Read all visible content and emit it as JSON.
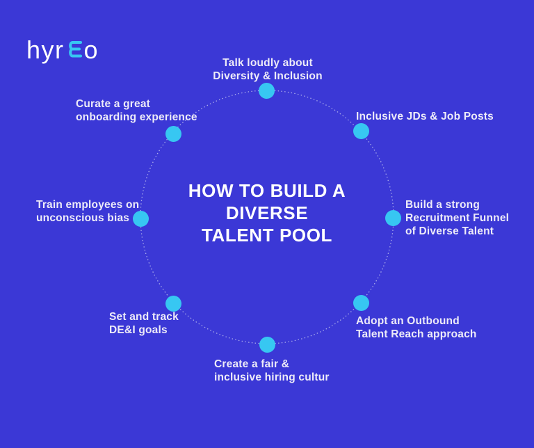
{
  "brand": {
    "name": "hyreo",
    "wordmark_before": "hyr",
    "wordmark_after": "o",
    "epsilon_icon": "epsilon-glyph"
  },
  "title": {
    "text": "HOW TO BUILD A\nDIVERSE\nTALENT POOL"
  },
  "items": [
    {
      "id": "talk-loudly",
      "label": "Talk loudly about\nDiversity & Inclusion"
    },
    {
      "id": "inclusive-jds",
      "label": "Inclusive JDs & Job Posts"
    },
    {
      "id": "recruitment-funnel",
      "label": "Build a strong\nRecruitment Funnel\nof Diverse Talent"
    },
    {
      "id": "outbound-talent-reach",
      "label": "Adopt an Outbound\nTalent Reach approach"
    },
    {
      "id": "fair-hiring-culture",
      "label": "Create a fair &\ninclusive hiring cultur"
    },
    {
      "id": "dei-goals",
      "label": "Set and track\nDE&I goals"
    },
    {
      "id": "unconscious-bias",
      "label": "Train employees on\nunconscious bias"
    },
    {
      "id": "onboarding-experience",
      "label": "Curate a great\nonboarding experience"
    }
  ],
  "colors": {
    "background": "#3B38D6",
    "accent_cyan": "#37C7F2",
    "text": "#EDEBF8",
    "ring": "#D4D6F2"
  }
}
